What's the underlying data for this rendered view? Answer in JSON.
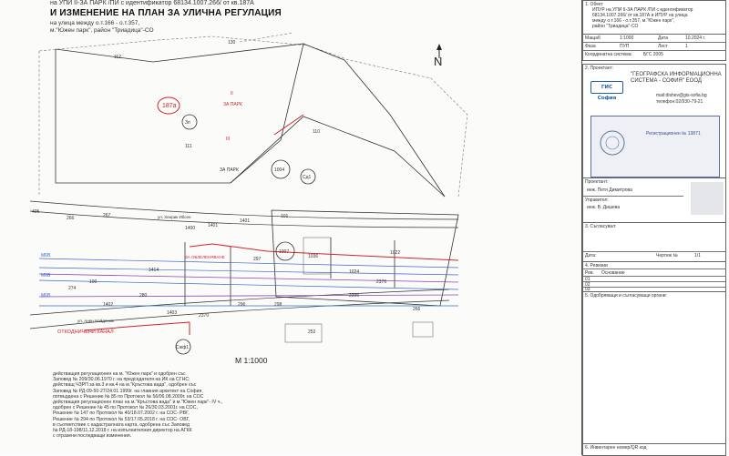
{
  "header": {
    "line1": "на УПИ II-ЗА ПАРК /ПИ с идентификатор 68134.1007.266/ от кв.187А",
    "line2": "И ИЗМЕНЕНИЕ НА ПЛАН ЗА УЛИЧНА РЕГУЛАЦИЯ",
    "line3": "на улица между о.т.166 - о.т.357,",
    "line4": "м.\"Южен парк\", район \"Триадица\"-СО"
  },
  "map": {
    "north": "N",
    "scale": "М 1:1000",
    "plot_labels": [
      "130",
      "112",
      "187а",
      "Зп",
      "II",
      "ЗА ПАРК",
      "111",
      "III",
      "ЗА ПАРК",
      "1004",
      "Сд1",
      "110",
      "101",
      "1401",
      "1007",
      "1400",
      "1401",
      "405",
      "267",
      "266",
      "297",
      "1036",
      "1022",
      "1024",
      "ул. Хенрик Ибсен",
      "ЗА ОБЗЕЛЕНЯВАНЕ",
      "1414",
      "100",
      "298",
      "296",
      "274",
      "280",
      "1403",
      "1402",
      "ул. Анен Найденов",
      "Сжф1",
      "2370",
      "2396",
      "2376",
      "266",
      "252",
      "М6В",
      "М6В",
      "М6В",
      "ОТКОДНИЧЕНИ КАНАЛ"
    ]
  },
  "notes": [
    "действащия регулационен на м. \"Южен парк\" и одобрен със",
    "Заповед № 209/30.06.1970 г. на председателя на ИК на СГНС;",
    "действащ ЧЗРП за кв.3 и кв.4 на м.\"Кръстова вада\", одобрен със",
    "Заповед № РД-09-50-27/24.01.1999г. на главния архитект на София,",
    "потвърдена с Решение № 85 по Протокол № 56/06.08.2009г. на СОС",
    "действащия регулационен план на м.\"Кръстова вада\" и м.\"Южен парк\"- IV ч.,",
    "одобрен с Решение № 45 по Протокол № 26/30.03.2001г. на СОС,",
    "Решение № 147 по Протокол № 40/18.07.2002 г. на СОС- РВГ,",
    "Решение № 294 по Протокол № 53/17.05.2018 г. на СОС- ОВГ,",
    "в съответствие с кадастралната карта, одобрена със Заповед",
    "№ РД-18-198/11.12.2018 г. на изпълнителния директор на АГКК",
    "с отразени последващи изменения."
  ],
  "panel": {
    "section1_title": "1. Обект",
    "obj_lines": [
      "ИПУР на УПИ II-ЗА ПАРК /ПИ с идентификатор",
      "68134.1007.266/ от кв.187А и ИПУР на улица",
      "между о.т.166 - о.т.357, м.\"Южен парк\",",
      "район \"Триадица\"-СО"
    ],
    "mashtab_label": "Мащаб",
    "mashtab_value": "1:1000",
    "data_label": "Дата",
    "data_value": "10.2024 г.",
    "faza_label": "Фаза",
    "faza_value": "ПУП",
    "list_label": "Лист",
    "list_value": "1",
    "coord_label": "Координатна система:",
    "coord_value": "БГС 2005",
    "section2_title": "2. Проектант:",
    "company1": "\"ГЕОГРАФСКА ИНФОРМАЦИОННА",
    "company2": "СИСТЕМА - СОФИЯ\" ЕООД",
    "gis_logo": "ГИС София",
    "mail": "mail:dishev@gis-sofia.bg",
    "phone": "телефон:02/930-79-21",
    "stamp_reg": "Регистрационен № 13871",
    "proektant_label": "Проектант:",
    "proektant_name": "инж. Петя Димитрова",
    "upravitel_label": "Управител:",
    "upravitel_name": "инж. В. Дишева",
    "section3_title": "3. Съгласувал:",
    "data2_label": "Дата:",
    "chertezh_label": "Чертеж №",
    "chertezh_value": "1/1",
    "section4_title": "4. Ревизии",
    "rev_col1": "Рев.",
    "rev_col2": "Основание",
    "rev_rows": [
      "01",
      "02",
      "03"
    ],
    "section5_title": "5. Одобряващи и съгласуващи органи:",
    "section6_title": "6. Инвентарен номер/QR код",
    "section7_title": "7. Регистрационен номер"
  }
}
